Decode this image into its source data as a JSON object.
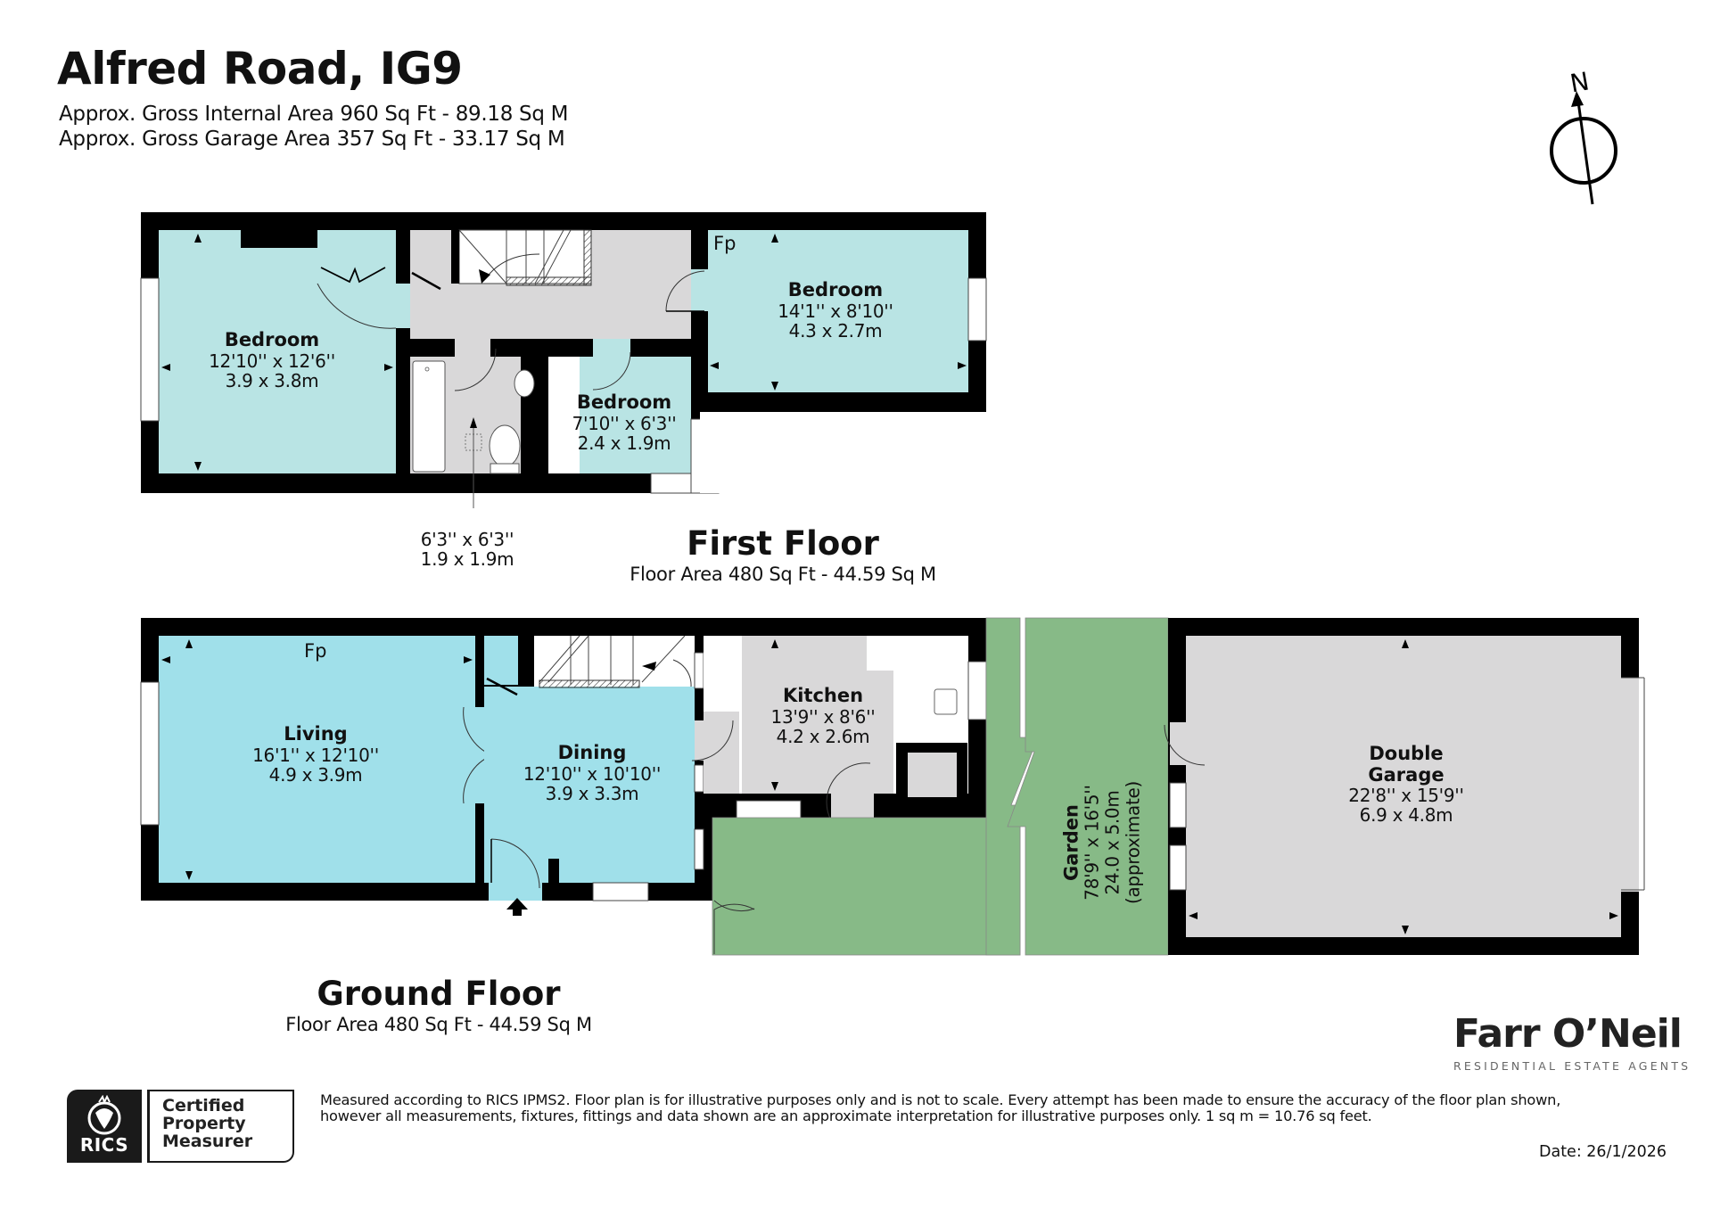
{
  "header": {
    "title": "Alfred Road, IG9",
    "gross_internal_area": "Approx. Gross Internal Area 960 Sq Ft - 89.18 Sq M",
    "gross_garage_area": "Approx. Gross Garage Area 357 Sq Ft - 33.17 Sq M"
  },
  "compass": {
    "label": "N",
    "icon": "north-arrow-icon"
  },
  "colors": {
    "wall": "#000000",
    "room_teal": "#b9e4e4",
    "room_blue": "#a0e0ea",
    "hall_grey": "#d9d8d9",
    "garden_green": "#87ba87",
    "background": "#ffffff"
  },
  "first_floor": {
    "title": "First Floor",
    "area": "Floor Area 480 Sq Ft - 44.59 Sq M",
    "rooms": [
      {
        "name": "Bedroom",
        "imperial": "12'10'' x 12'6''",
        "metric": "3.9 x 3.8m"
      },
      {
        "name": "Bedroom",
        "imperial": "14'1'' x 8'10''",
        "metric": "4.3 x 2.7m",
        "fp": "Fp"
      },
      {
        "name": "Bedroom",
        "imperial": "7'10'' x 6'3''",
        "metric": "2.4 x 1.9m"
      }
    ],
    "bathroom": {
      "imperial": "6'3'' x 6'3''",
      "metric": "1.9 x 1.9m"
    }
  },
  "ground_floor": {
    "title": "Ground Floor",
    "area": "Floor Area 480 Sq Ft - 44.59 Sq M",
    "rooms": [
      {
        "name": "Living",
        "imperial": "16'1'' x 12'10''",
        "metric": "4.9 x 3.9m",
        "fp": "Fp"
      },
      {
        "name": "Dining",
        "imperial": "12'10'' x 10'10''",
        "metric": "3.9 x 3.3m"
      },
      {
        "name": "Kitchen",
        "imperial": "13'9'' x 8'6''",
        "metric": "4.2 x 2.6m"
      },
      {
        "name": "Double Garage",
        "name_line1": "Double",
        "name_line2": "Garage",
        "imperial": "22'8'' x 15'9''",
        "metric": "6.9 x 4.8m"
      }
    ],
    "garden": {
      "name": "Garden",
      "imperial": "78'9'' x 16'5''",
      "metric": "24.0 x 5.0m",
      "note": "(approximate)"
    }
  },
  "branding": {
    "agent_name": "Farr O’Neil",
    "agent_tagline": "RESIDENTIAL ESTATE AGENTS",
    "rics_logo_text": "RICS",
    "rics_badge": [
      "Certified",
      "Property",
      "Measurer"
    ]
  },
  "footer": {
    "disclaimer_line1": "Measured according to RICS IPMS2. Floor plan is for illustrative purposes only and is not to scale. Every attempt has been made to ensure the accuracy of the floor plan shown,",
    "disclaimer_line2": "however all measurements, fixtures, fittings and data shown are an approximate interpretation for illustrative purposes only. 1 sq m = 10.76 sq feet.",
    "date": "Date: 26/1/2026"
  }
}
